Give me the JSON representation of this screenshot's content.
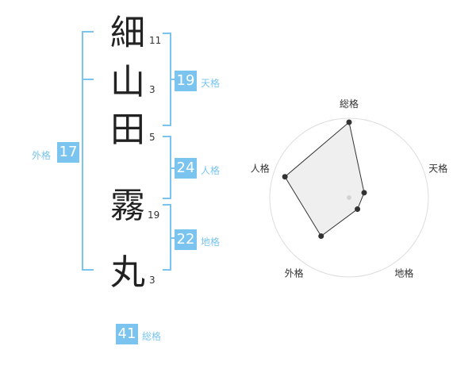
{
  "colors": {
    "accent": "#7ac4ef",
    "bracket": "#7ac4ef",
    "ink": "#222222",
    "radar_fill": "#eeeeee",
    "radar_line": "#333333",
    "ring": "#dddddd"
  },
  "name": {
    "chars": [
      {
        "char": "細",
        "strokes": "11"
      },
      {
        "char": "山",
        "strokes": "3"
      },
      {
        "char": "田",
        "strokes": "5"
      },
      {
        "char": "霧",
        "strokes": "19"
      },
      {
        "char": "丸",
        "strokes": "3"
      }
    ]
  },
  "fortunes": {
    "tenkaku": {
      "value": "19",
      "label": "天格"
    },
    "jinkaku": {
      "value": "24",
      "label": "人格"
    },
    "chikaku": {
      "value": "22",
      "label": "地格"
    },
    "gaikaku": {
      "value": "17",
      "label": "外格"
    },
    "soukaku": {
      "value": "41",
      "label": "総格"
    }
  },
  "chart_data": {
    "type": "radar",
    "axes": [
      "総格",
      "天格",
      "地格",
      "外格",
      "人格"
    ],
    "values": [
      0.95,
      0.2,
      0.18,
      0.6,
      0.85
    ],
    "rmax": 1,
    "rings": 5
  }
}
